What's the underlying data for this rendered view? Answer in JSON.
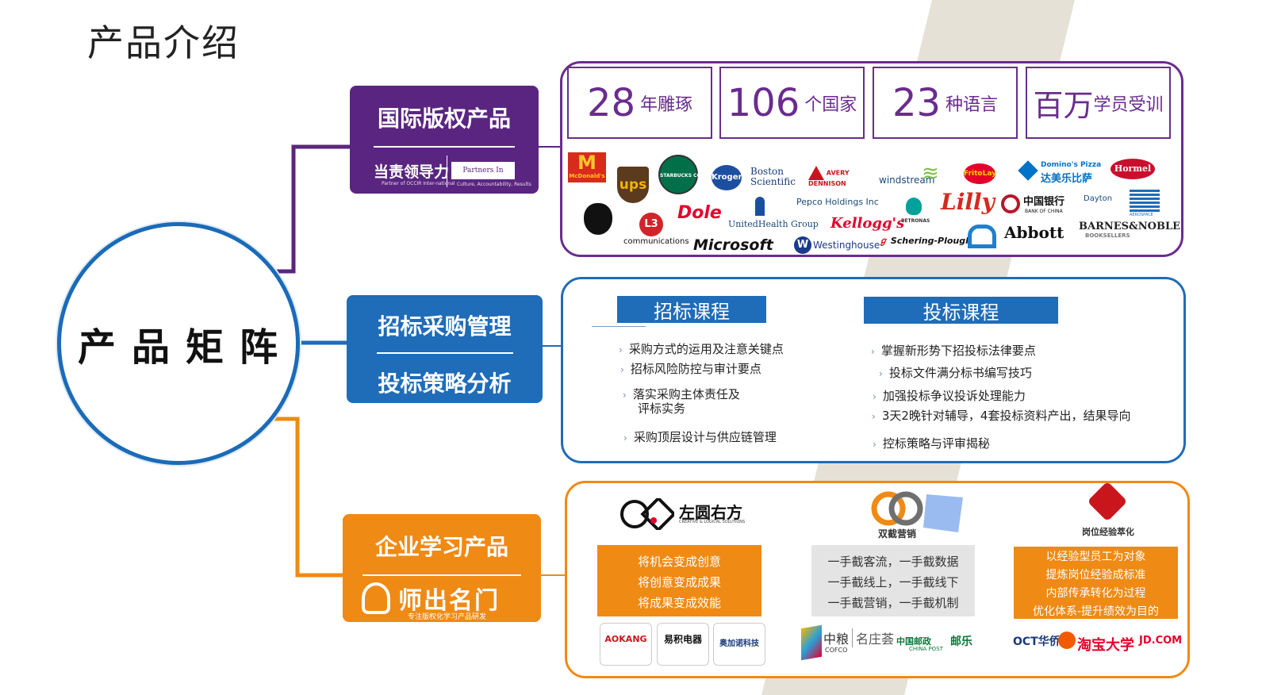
{
  "page_title": "产品介绍",
  "hub_label": "产品矩阵",
  "colors": {
    "purple": "#5a2580",
    "blue": "#1f6cb8",
    "orange": "#ef8a14",
    "stripe": "#d8d3c6"
  },
  "international": {
    "title": "国际版权产品",
    "brand1": "当责领导力",
    "brand1_sub": "Partner of OCCIR Inter-national",
    "brand2": "Partners In Leadership",
    "brand2_sub": "Culture, Accountability, Results",
    "stats": [
      {
        "num": "28",
        "unit": "年雕琢"
      },
      {
        "num": "106",
        "unit": "个国家"
      },
      {
        "num": "23",
        "unit": "种语言"
      },
      {
        "num": "百万",
        "unit": "学员受训"
      }
    ],
    "logos": {
      "mcdonalds": "McDonald's",
      "ups": "ups",
      "starbucks": "STARBUCKS COFFEE",
      "kroger": "Kroger",
      "boston": "Boston Scientific",
      "avery": "AVERY DENNISON",
      "windstream": "windstream",
      "fritolay": "FritoLay",
      "dominos": "Domino's Pizza",
      "dominos_cn": "达美乐比萨",
      "hormel": "Hormel",
      "l3": "communications",
      "dole": "Dole",
      "unitedhealth": "UnitedHealth Group",
      "pepco": "Pepco Holdings Inc",
      "petronas": "PETRONAS",
      "lilly": "Lilly",
      "boc": "中国银行",
      "boc_en": "BANK OF CHINA",
      "dayton": "Dayton",
      "aerospace": "AEROSPACE",
      "microsoft": "Microsoft",
      "westinghouse": "Westinghouse",
      "kelloggs": "Kellogg's",
      "schering": "Schering-Plough",
      "abbott": "Abbott",
      "barnes": "BARNES&NOBLE",
      "barnes_sub": "BOOKSELLERS"
    }
  },
  "bidding": {
    "title_top": "招标采购管理",
    "title_bottom": "投标策略分析",
    "tab_left": "招标课程",
    "tab_right": "投标课程",
    "left_items": [
      "采购方式的运用及注意关键点",
      "招标风险防控与审计要点",
      "落实采购主体责任及",
      "评标实务",
      "采购顶层设计与供应链管理"
    ],
    "right_items": [
      "掌握新形势下招投标法律要点",
      "投标文件满分标书编写技巧",
      "加强投标争议投诉处理能力",
      "3天2晚针对辅导，4套投标资料产出，结果导向",
      "控标策略与评审揭秘"
    ]
  },
  "enterprise": {
    "title": "企业学习产品",
    "brand": "师出名门",
    "brand_sub": "专注版权化学习产品研发",
    "products": [
      {
        "name": "左圆右方",
        "sub": "CREATIVE & LOGICAL SOLUTIONS",
        "lines": [
          "将机会变成创意",
          "将创意变成成果",
          "将成果变成效能"
        ],
        "clients": [
          "AOKANG",
          "易积电器",
          "奥加诺科技"
        ]
      },
      {
        "name": "双截营销",
        "lines": [
          "一手截客流，一手截数据",
          "一手截线上，一手截线下",
          "一手截营销，一手截机制"
        ],
        "clients": [
          "中粮",
          "COFCO",
          "名庄荟",
          "中国邮政",
          "CHINA POST",
          "邮乐"
        ]
      },
      {
        "name": "岗位经验萃化",
        "lines": [
          "以经验型员工为对象",
          "提炼岗位经验成标准",
          "内部传承转化为过程",
          "优化体系-提升绩效为目的"
        ],
        "clients": [
          "OCT华侨城",
          "淘宝大学",
          "JD.COM"
        ]
      }
    ]
  }
}
